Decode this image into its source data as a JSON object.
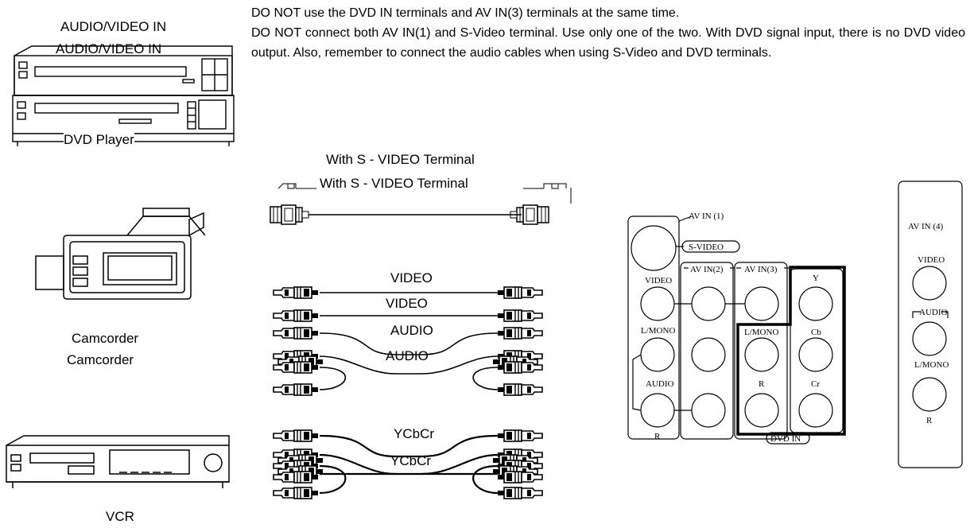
{
  "devices": {
    "dvd_title_1": "AUDIO/VIDEO IN",
    "dvd_title_2": "AUDIO/VIDEO IN",
    "dvd_caption": "DVD Player",
    "camcorder_1": "Camcorder",
    "camcorder_2": "Camcorder",
    "vcr": "VCR"
  },
  "warning": {
    "line1": "DO NOT use the DVD IN terminals and AV IN(3) terminals at the same time.",
    "line2": "DO NOT connect both AV IN(1) and S-Video terminal. Use only one of the two. With DVD signal input, there is no DVD video output. Also, remember to connect the audio cables when using S-Video and DVD terminals."
  },
  "cables": {
    "svideo_1": "With S - VIDEO Terminal",
    "svideo_2": "With S - VIDEO Terminal",
    "video_1": "VIDEO",
    "video_2": "VIDEO",
    "audio_1": "AUDIO",
    "audio_2": "AUDIO",
    "ycbcr_1": "YCbCr",
    "ycbcr_2": "YCbCr"
  },
  "panel": {
    "av_in_1": "AV IN (1)",
    "s_video": "S-VIDEO",
    "av_in_2": "AV IN(2)",
    "av_in_3": "AV IN(3)",
    "video": "VIDEO",
    "l_mono": "L/MONO",
    "audio": "AUDIO",
    "r": "R",
    "l_mono_2": "L/MONO",
    "r_2": "R",
    "y": "Y",
    "cb": "Cb",
    "cr": "Cr",
    "dvd_in": "DVD IN"
  },
  "side_panel": {
    "title": "AV IN (4)",
    "video": "VIDEO",
    "audio": "AUDIO",
    "l_mono": "L/MONO",
    "r": "R"
  }
}
